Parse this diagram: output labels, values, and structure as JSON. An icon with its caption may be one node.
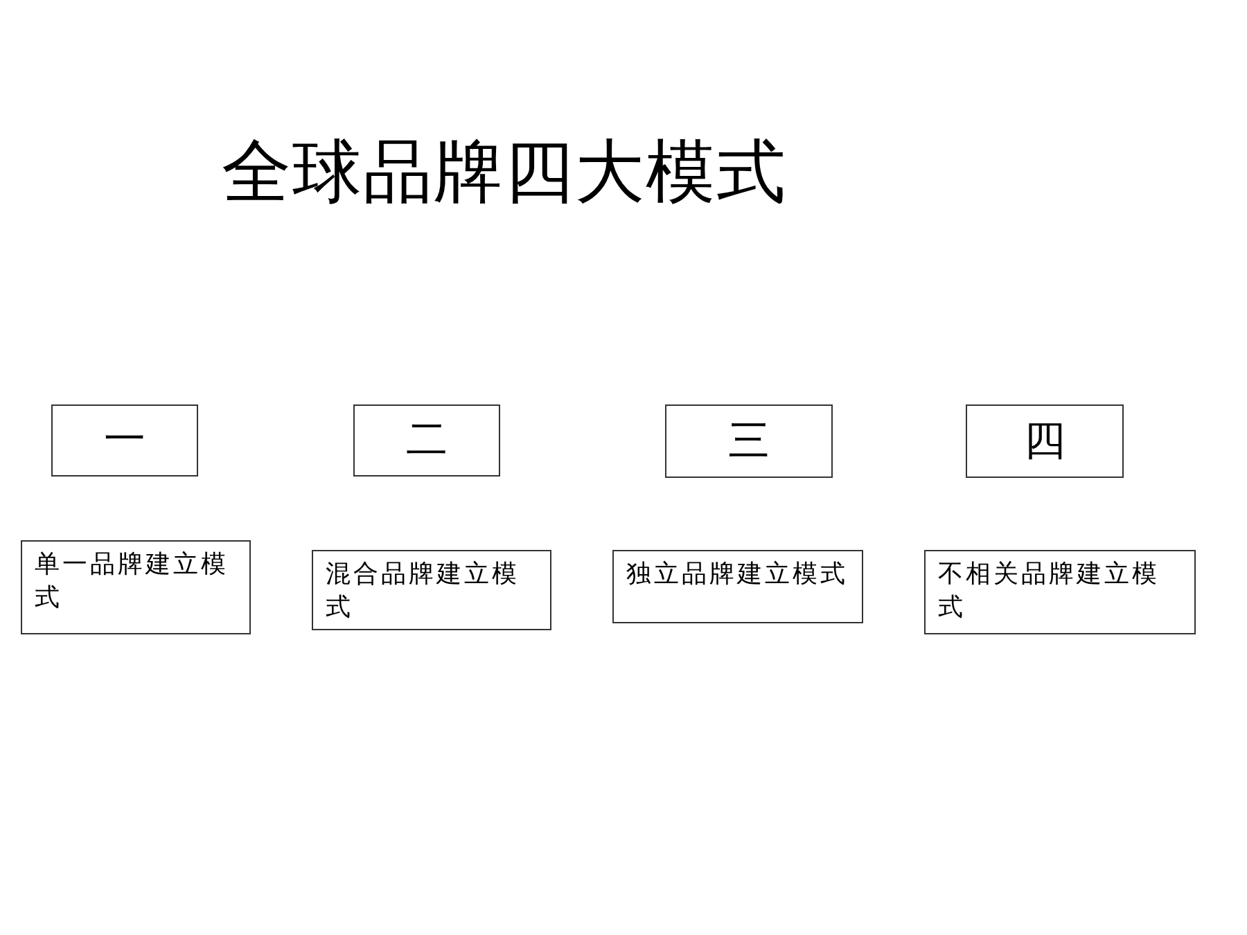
{
  "diagram": {
    "title": "全球品牌四大模式",
    "nodes": [
      {
        "text": [
          "一"
        ]
      },
      {
        "text": [
          "二"
        ]
      },
      {
        "text": [
          "三"
        ]
      },
      {
        "text": [
          "四"
        ]
      },
      {
        "text": [
          "单一品牌建立模式"
        ]
      },
      {
        "text": [
          "混合品牌建立模式"
        ]
      },
      {
        "text": [
          "独立品牌建立模式"
        ]
      },
      {
        "text": [
          "不相关品牌建立模式"
        ]
      }
    ]
  }
}
